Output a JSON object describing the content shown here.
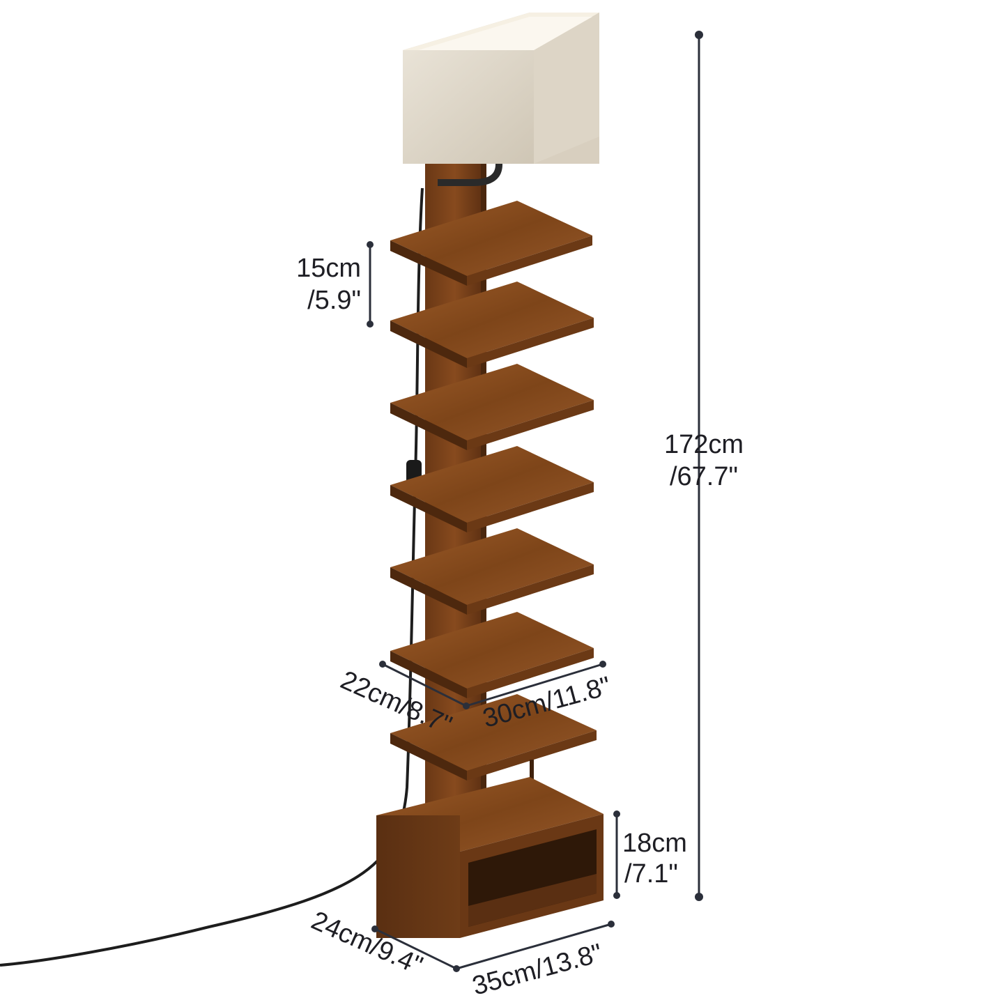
{
  "dimensions": {
    "height_total": {
      "line1": "172cm",
      "line2": "/67.7\""
    },
    "shelf_spacing": {
      "line1": "15cm",
      "line2": "/5.9\""
    },
    "shelf_depth": {
      "text": "22cm/8.7\""
    },
    "shelf_width": {
      "text": "30cm/11.8\""
    },
    "base_height": {
      "line1": "18cm",
      "line2": "/7.1\""
    },
    "base_depth": {
      "text": "24cm/9.4\""
    },
    "base_width": {
      "text": "35cm/13.8\""
    }
  },
  "colors": {
    "background": "#ffffff",
    "wood_top": "#8a4f22",
    "wood_front": "#5e3214",
    "wood_dark": "#40220d",
    "shade": "#e4ddcf",
    "cord": "#1d1d1d",
    "dimension": "#2b2f3a"
  },
  "shelf_count": 7
}
